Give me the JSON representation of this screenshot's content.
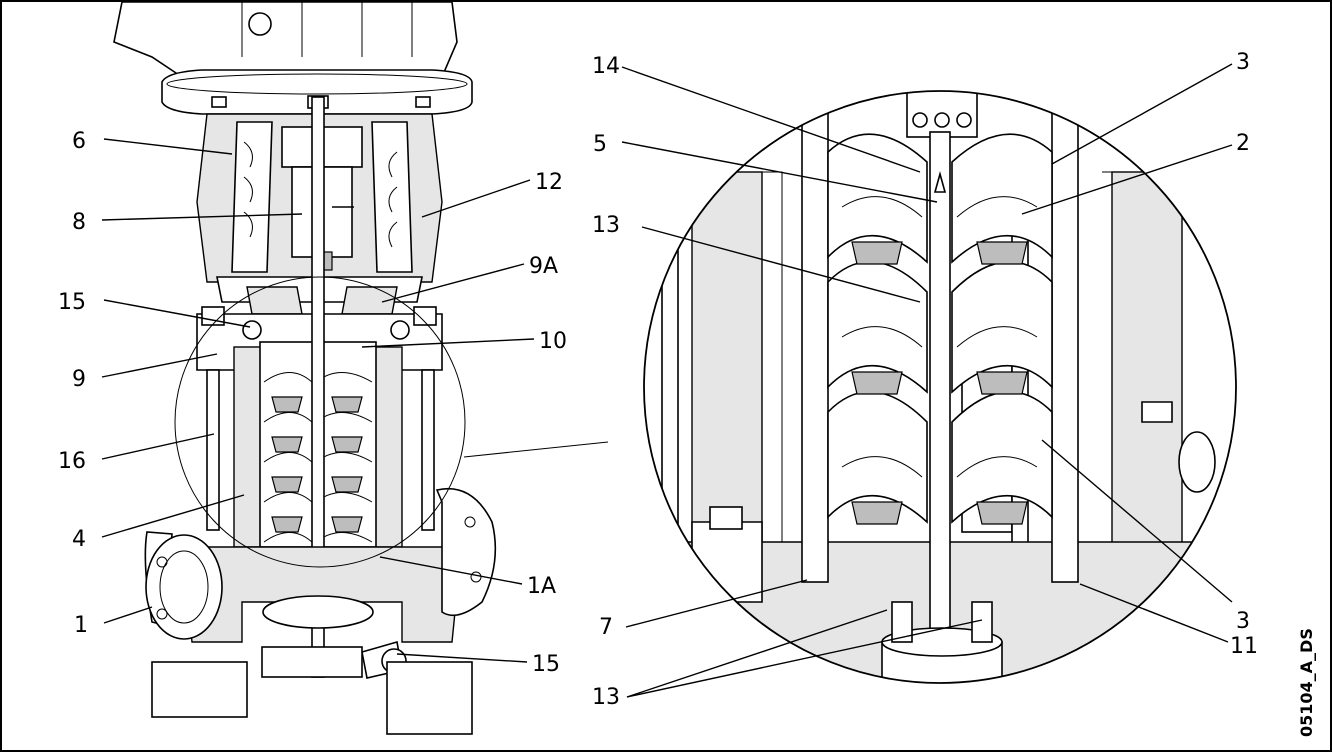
{
  "callouts": {
    "n1": "1",
    "n1A": "1A",
    "n2": "2",
    "n3_top": "3",
    "n3_bottom": "3",
    "n4": "4",
    "n5": "5",
    "n6": "6",
    "n7": "7",
    "n8": "8",
    "n9": "9",
    "n9A": "9A",
    "n10": "10",
    "n11": "11",
    "n12": "12",
    "n13_upper": "13",
    "n13_lower": "13",
    "n14": "14",
    "n15_upper": "15",
    "n15_lower": "15",
    "n16": "16"
  },
  "figure_code": "05104_A_DS"
}
